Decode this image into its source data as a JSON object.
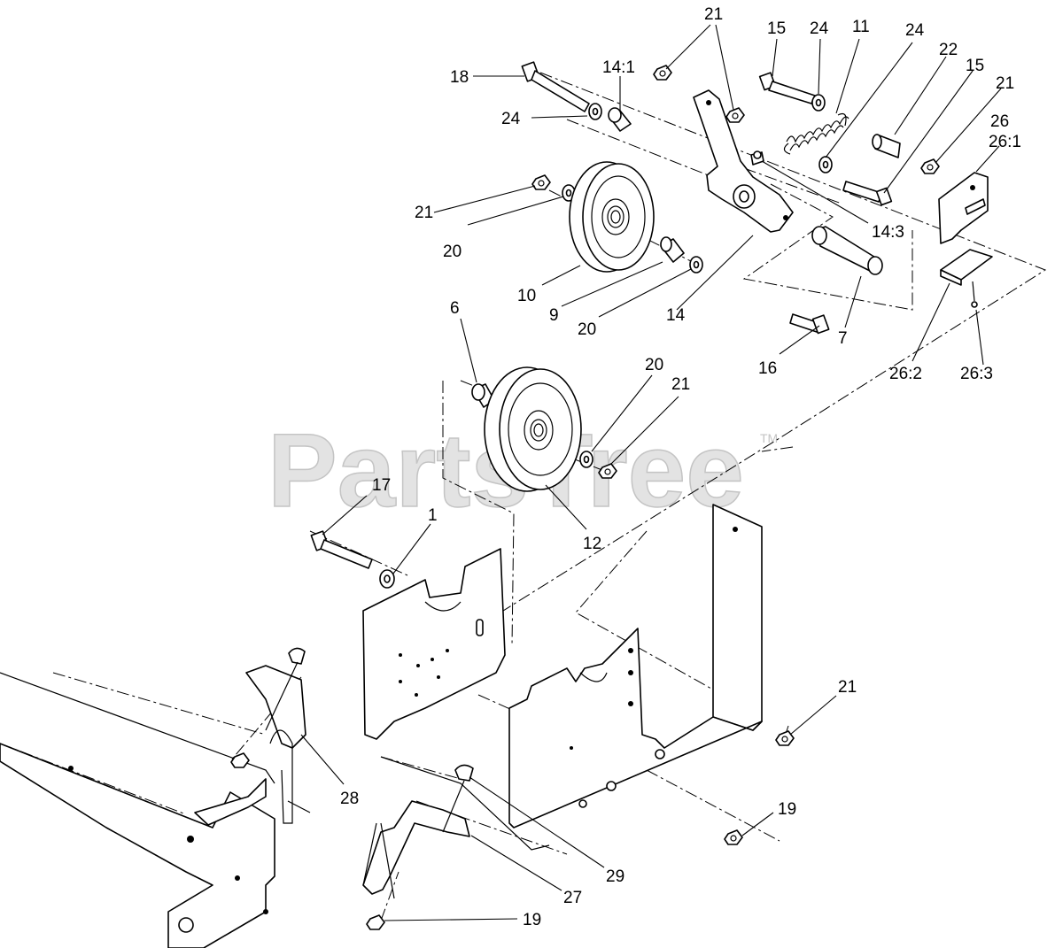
{
  "watermark": {
    "text": "PartsTree",
    "trademark": "TM"
  },
  "callouts": [
    "21",
    "15",
    "24",
    "11",
    "24",
    "22",
    "15",
    "21",
    "18",
    "14:1",
    "24",
    "26",
    "26:1",
    "21",
    "20",
    "10",
    "9",
    "20",
    "14",
    "14:3",
    "16",
    "7",
    "26:2",
    "26:3",
    "6",
    "20",
    "21",
    "12",
    "17",
    "1",
    "21",
    "28",
    "29",
    "19",
    "27",
    "19"
  ]
}
